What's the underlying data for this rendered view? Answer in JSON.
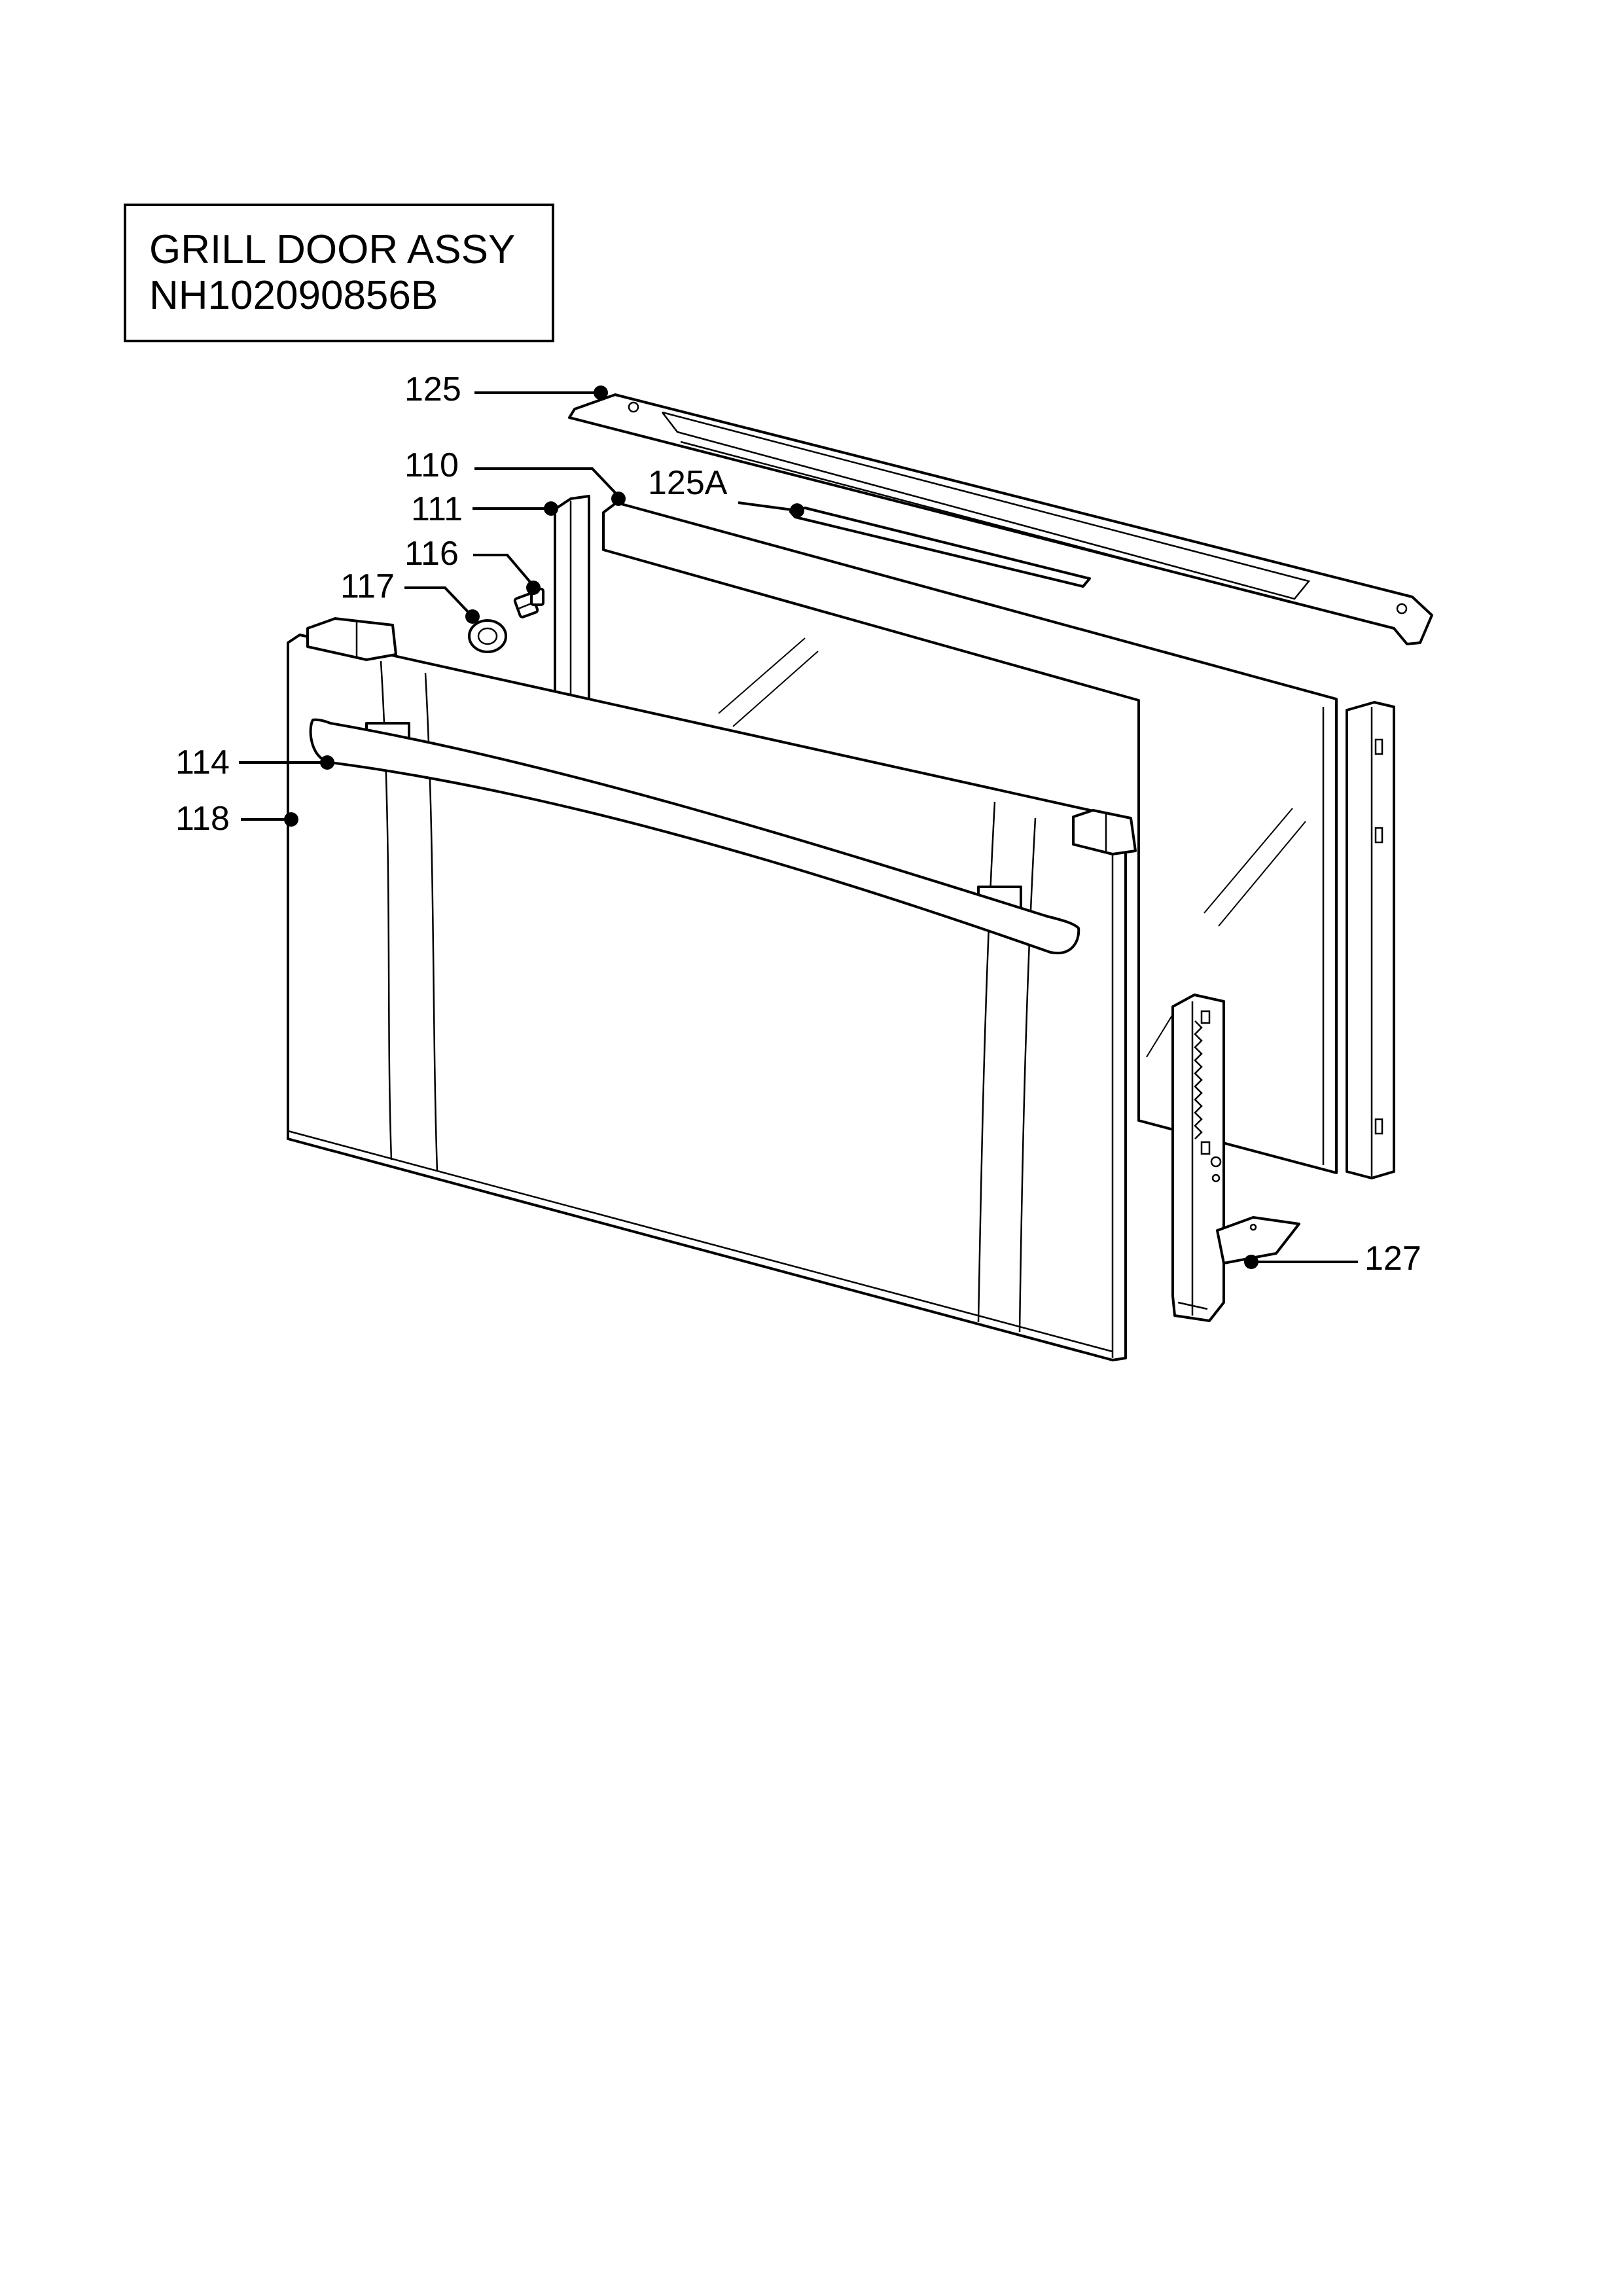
{
  "title": {
    "line1": "GRILL DOOR ASSY",
    "line2": "NH102090856B"
  },
  "labels": {
    "p125": "125",
    "p110": "110",
    "p125a": "125A",
    "p111": "111",
    "p116": "116",
    "p117": "117",
    "p114": "114",
    "p118": "118",
    "p127": "127"
  }
}
